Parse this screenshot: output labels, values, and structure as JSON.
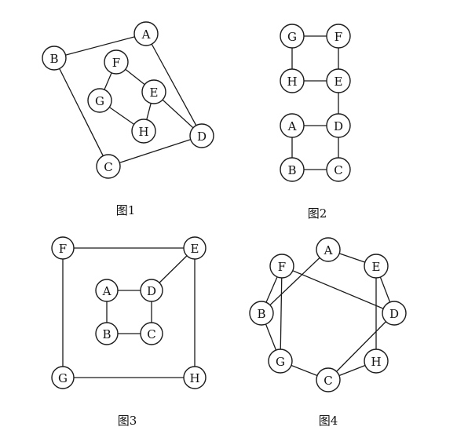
{
  "figures": [
    {
      "caption": "图1",
      "nodes": [
        "A",
        "B",
        "C",
        "D",
        "E",
        "F",
        "G",
        "H"
      ],
      "edges": [
        [
          "A",
          "B"
        ],
        [
          "B",
          "C"
        ],
        [
          "C",
          "D"
        ],
        [
          "A",
          "D"
        ],
        [
          "F",
          "E"
        ],
        [
          "F",
          "G"
        ],
        [
          "G",
          "H"
        ],
        [
          "H",
          "E"
        ],
        [
          "E",
          "D"
        ]
      ]
    },
    {
      "caption": "图2",
      "nodes": [
        "G",
        "F",
        "H",
        "E",
        "A",
        "D",
        "B",
        "C"
      ],
      "edges": [
        [
          "G",
          "F"
        ],
        [
          "G",
          "H"
        ],
        [
          "F",
          "E"
        ],
        [
          "H",
          "E"
        ],
        [
          "E",
          "D"
        ],
        [
          "A",
          "D"
        ],
        [
          "A",
          "B"
        ],
        [
          "B",
          "C"
        ],
        [
          "D",
          "C"
        ]
      ]
    },
    {
      "caption": "图3",
      "nodes": [
        "F",
        "E",
        "G",
        "H",
        "A",
        "D",
        "B",
        "C"
      ],
      "edges": [
        [
          "F",
          "E"
        ],
        [
          "F",
          "G"
        ],
        [
          "G",
          "H"
        ],
        [
          "E",
          "H"
        ],
        [
          "A",
          "D"
        ],
        [
          "A",
          "B"
        ],
        [
          "B",
          "C"
        ],
        [
          "D",
          "C"
        ],
        [
          "D",
          "E"
        ]
      ]
    },
    {
      "caption": "图4",
      "nodes": [
        "A",
        "F",
        "E",
        "B",
        "D",
        "G",
        "H",
        "C"
      ],
      "edges": [
        [
          "A",
          "E"
        ],
        [
          "E",
          "H"
        ],
        [
          "D",
          "C"
        ],
        [
          "C",
          "G"
        ],
        [
          "G",
          "B"
        ],
        [
          "B",
          "A"
        ],
        [
          "F",
          "D"
        ],
        [
          "E",
          "D"
        ],
        [
          "H",
          "C"
        ],
        [
          "G",
          "F"
        ],
        [
          "F",
          "B"
        ]
      ]
    }
  ]
}
